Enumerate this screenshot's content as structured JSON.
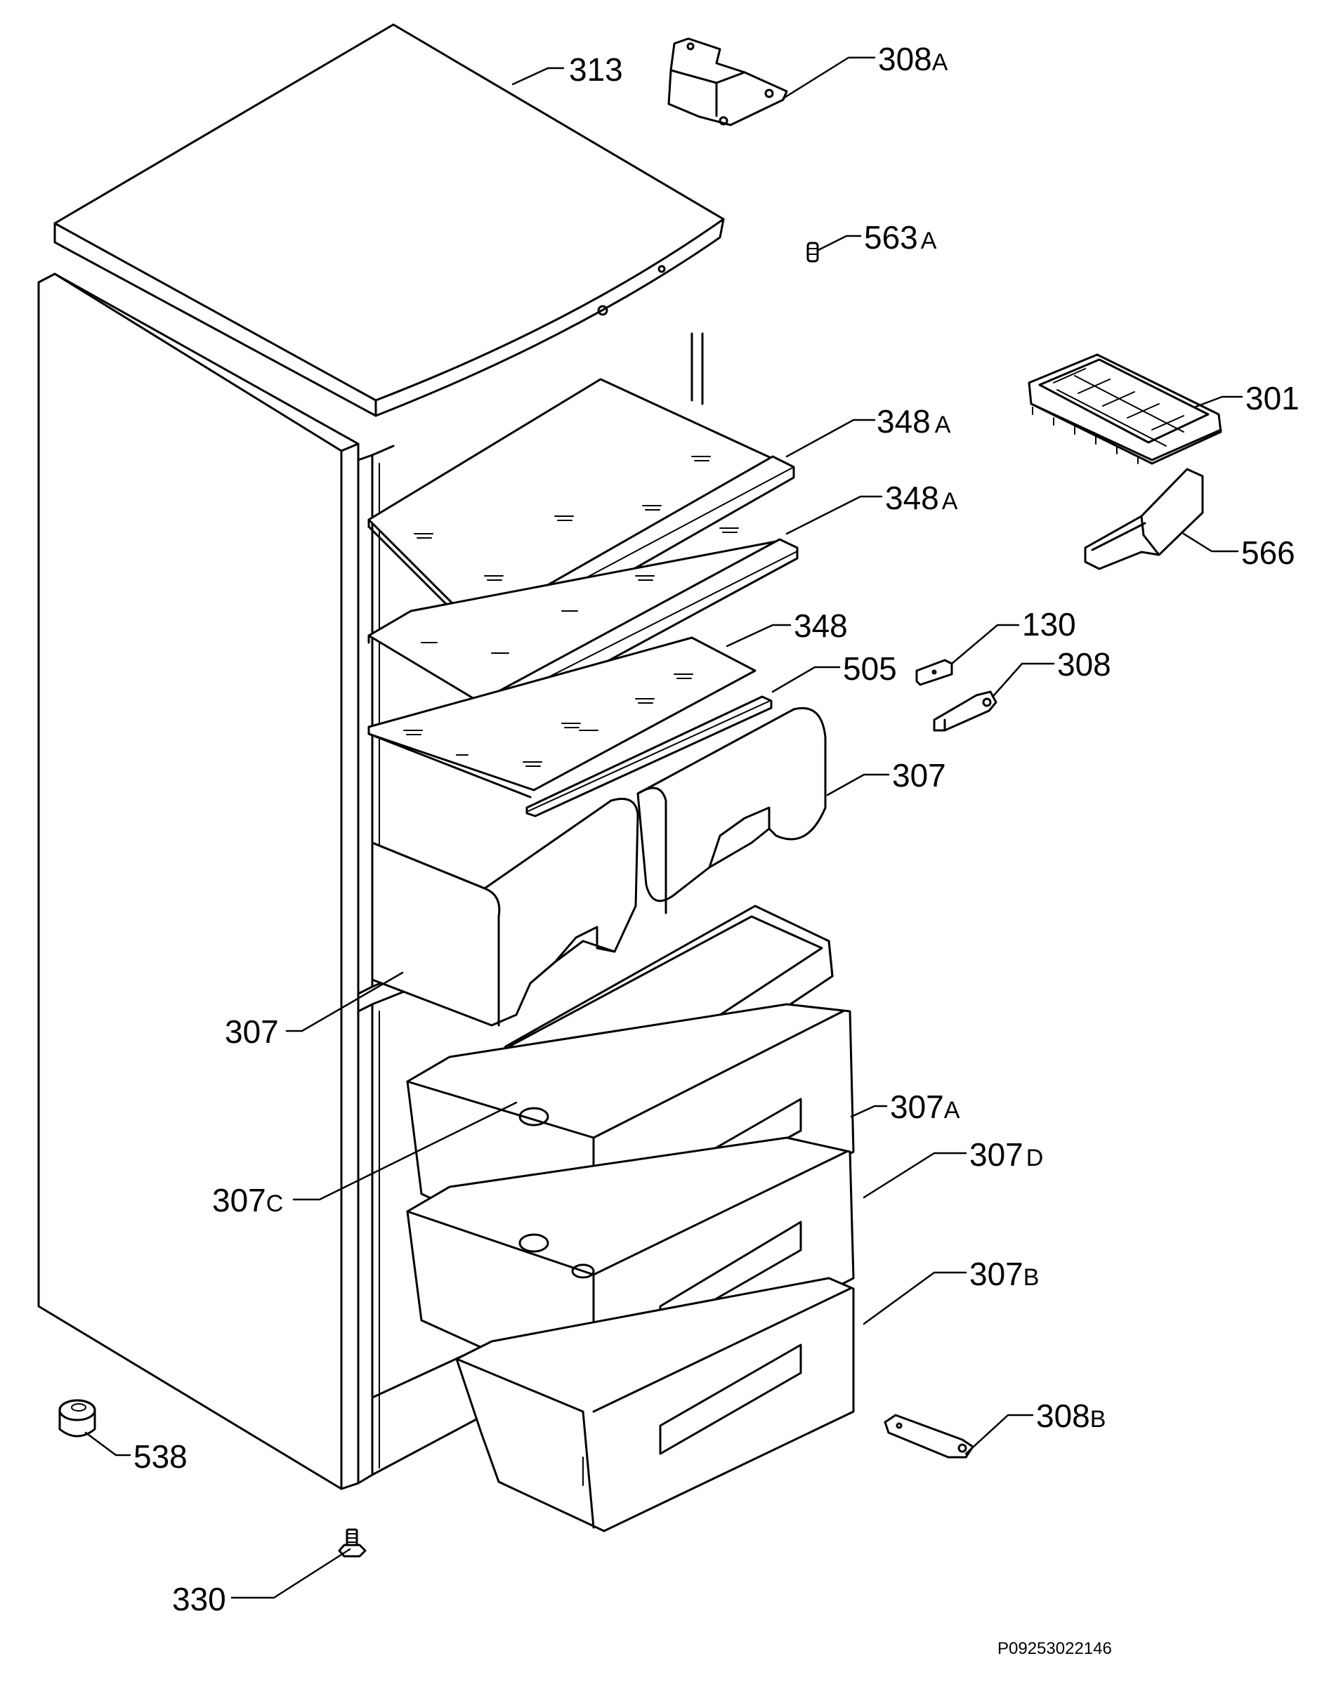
{
  "diagram": {
    "reference_code": "P09253022146",
    "parts": [
      {
        "id": "p313",
        "number": "313",
        "suffix": ""
      },
      {
        "id": "p308a",
        "number": "308",
        "suffix": "A"
      },
      {
        "id": "p563a",
        "number": "563",
        "suffix": "A"
      },
      {
        "id": "p301",
        "number": "301",
        "suffix": ""
      },
      {
        "id": "p566",
        "number": "566",
        "suffix": ""
      },
      {
        "id": "p348a1",
        "number": "348",
        "suffix": "A"
      },
      {
        "id": "p348a2",
        "number": "348",
        "suffix": "A"
      },
      {
        "id": "p348",
        "number": "348",
        "suffix": ""
      },
      {
        "id": "p505",
        "number": "505",
        "suffix": ""
      },
      {
        "id": "p130",
        "number": "130",
        "suffix": ""
      },
      {
        "id": "p308",
        "number": "308",
        "suffix": ""
      },
      {
        "id": "p307r",
        "number": "307",
        "suffix": ""
      },
      {
        "id": "p307l",
        "number": "307",
        "suffix": ""
      },
      {
        "id": "p307a",
        "number": "307",
        "suffix": "A"
      },
      {
        "id": "p307d",
        "number": "307",
        "suffix": "D"
      },
      {
        "id": "p307c",
        "number": "307",
        "suffix": "C"
      },
      {
        "id": "p307b",
        "number": "307",
        "suffix": "B"
      },
      {
        "id": "p308b",
        "number": "308",
        "suffix": "B"
      },
      {
        "id": "p538",
        "number": "538",
        "suffix": ""
      },
      {
        "id": "p330",
        "number": "330",
        "suffix": ""
      }
    ]
  }
}
